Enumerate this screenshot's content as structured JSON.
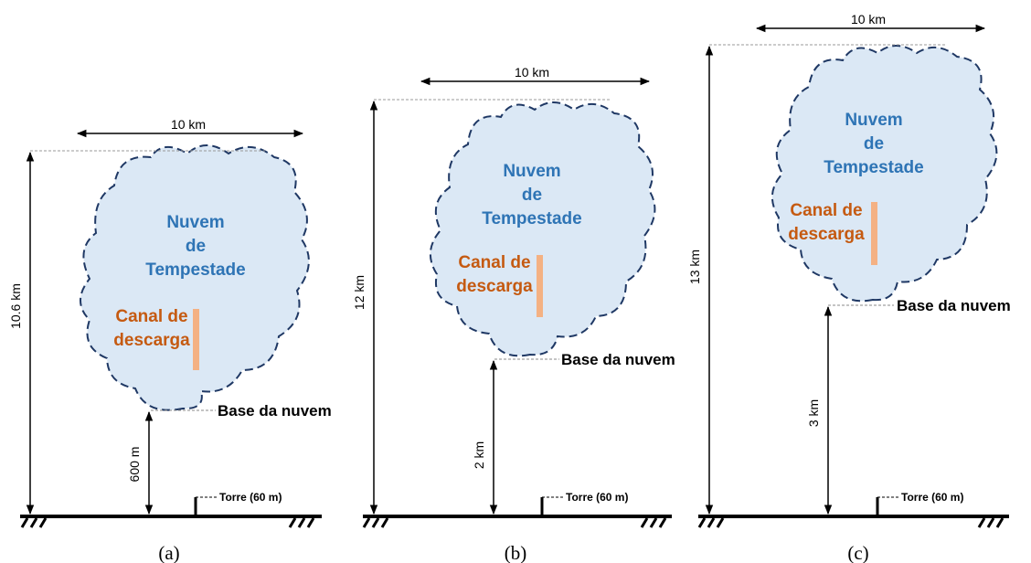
{
  "colors": {
    "cloud_fill": "#dbe8f5",
    "cloud_stroke": "#1f3864",
    "cloud_text": "#2e74b5",
    "channel_text": "#c55a11",
    "channel_bar": "#f4b183"
  },
  "panels": [
    {
      "caption": "(a)",
      "cloud_line1": "Nuvem",
      "cloud_line2": "de",
      "cloud_line3": "Tempestade",
      "channel_line1": "Canal de",
      "channel_line2": "descarga",
      "base_label": "Base da nuvem",
      "width_label": "10 km",
      "top_height_label": "10.6 km",
      "base_height_label": "600 m",
      "tower_label": "Torre (60 m)"
    },
    {
      "caption": "(b)",
      "cloud_line1": "Nuvem",
      "cloud_line2": "de",
      "cloud_line3": "Tempestade",
      "channel_line1": "Canal de",
      "channel_line2": "descarga",
      "base_label": "Base da nuvem",
      "width_label": "10 km",
      "top_height_label": "12 km",
      "base_height_label": "2 km",
      "tower_label": "Torre (60 m)"
    },
    {
      "caption": "(c)",
      "cloud_line1": "Nuvem",
      "cloud_line2": "de",
      "cloud_line3": "Tempestade",
      "channel_line1": "Canal de",
      "channel_line2": "descarga",
      "base_label": "Base da nuvem",
      "width_label": "10 km",
      "top_height_label": "13 km",
      "base_height_label": "3 km",
      "tower_label": "Torre (60 m)"
    }
  ]
}
